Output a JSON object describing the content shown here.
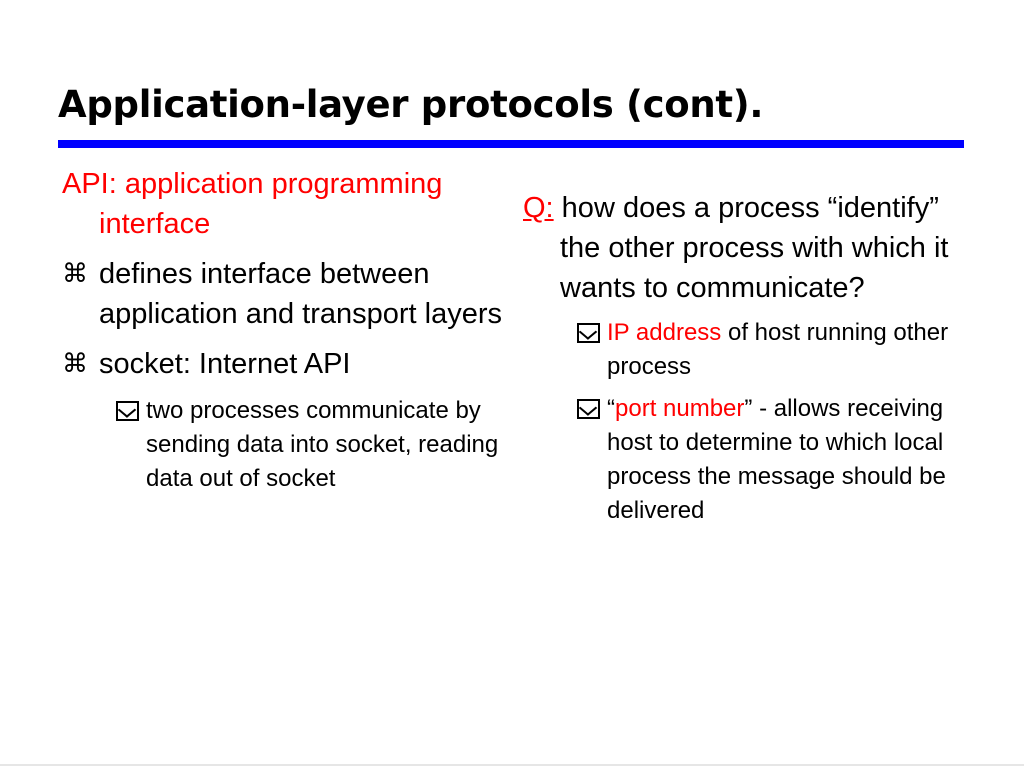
{
  "slide": {
    "title": "Application-layer protocols (cont).",
    "colors": {
      "accent_rule": "#0000ff",
      "highlight": "#ff0000"
    },
    "left": {
      "heading": "API: application programming interface",
      "bullet_icon": "command-key-icon",
      "sub_bullet_icon": "checkbox-check-icon",
      "bullets": [
        {
          "symbol": "⌘",
          "text": "defines interface between application and transport layers"
        },
        {
          "symbol": "⌘",
          "text": "socket: Internet API"
        }
      ],
      "sub_bullets": [
        "two processes communicate by sending data into socket, reading data out of socket"
      ]
    },
    "right": {
      "q_label": "Q:",
      "q_text": " how does a process “identify” the other process with which it wants to communicate?",
      "items": [
        {
          "prefix": "",
          "highlight": "IP address",
          "rest": " of host running other process"
        },
        {
          "prefix": "“",
          "highlight": "port number",
          "rest": "” - allows receiving host to determine to which local process the message should be delivered"
        }
      ]
    }
  }
}
